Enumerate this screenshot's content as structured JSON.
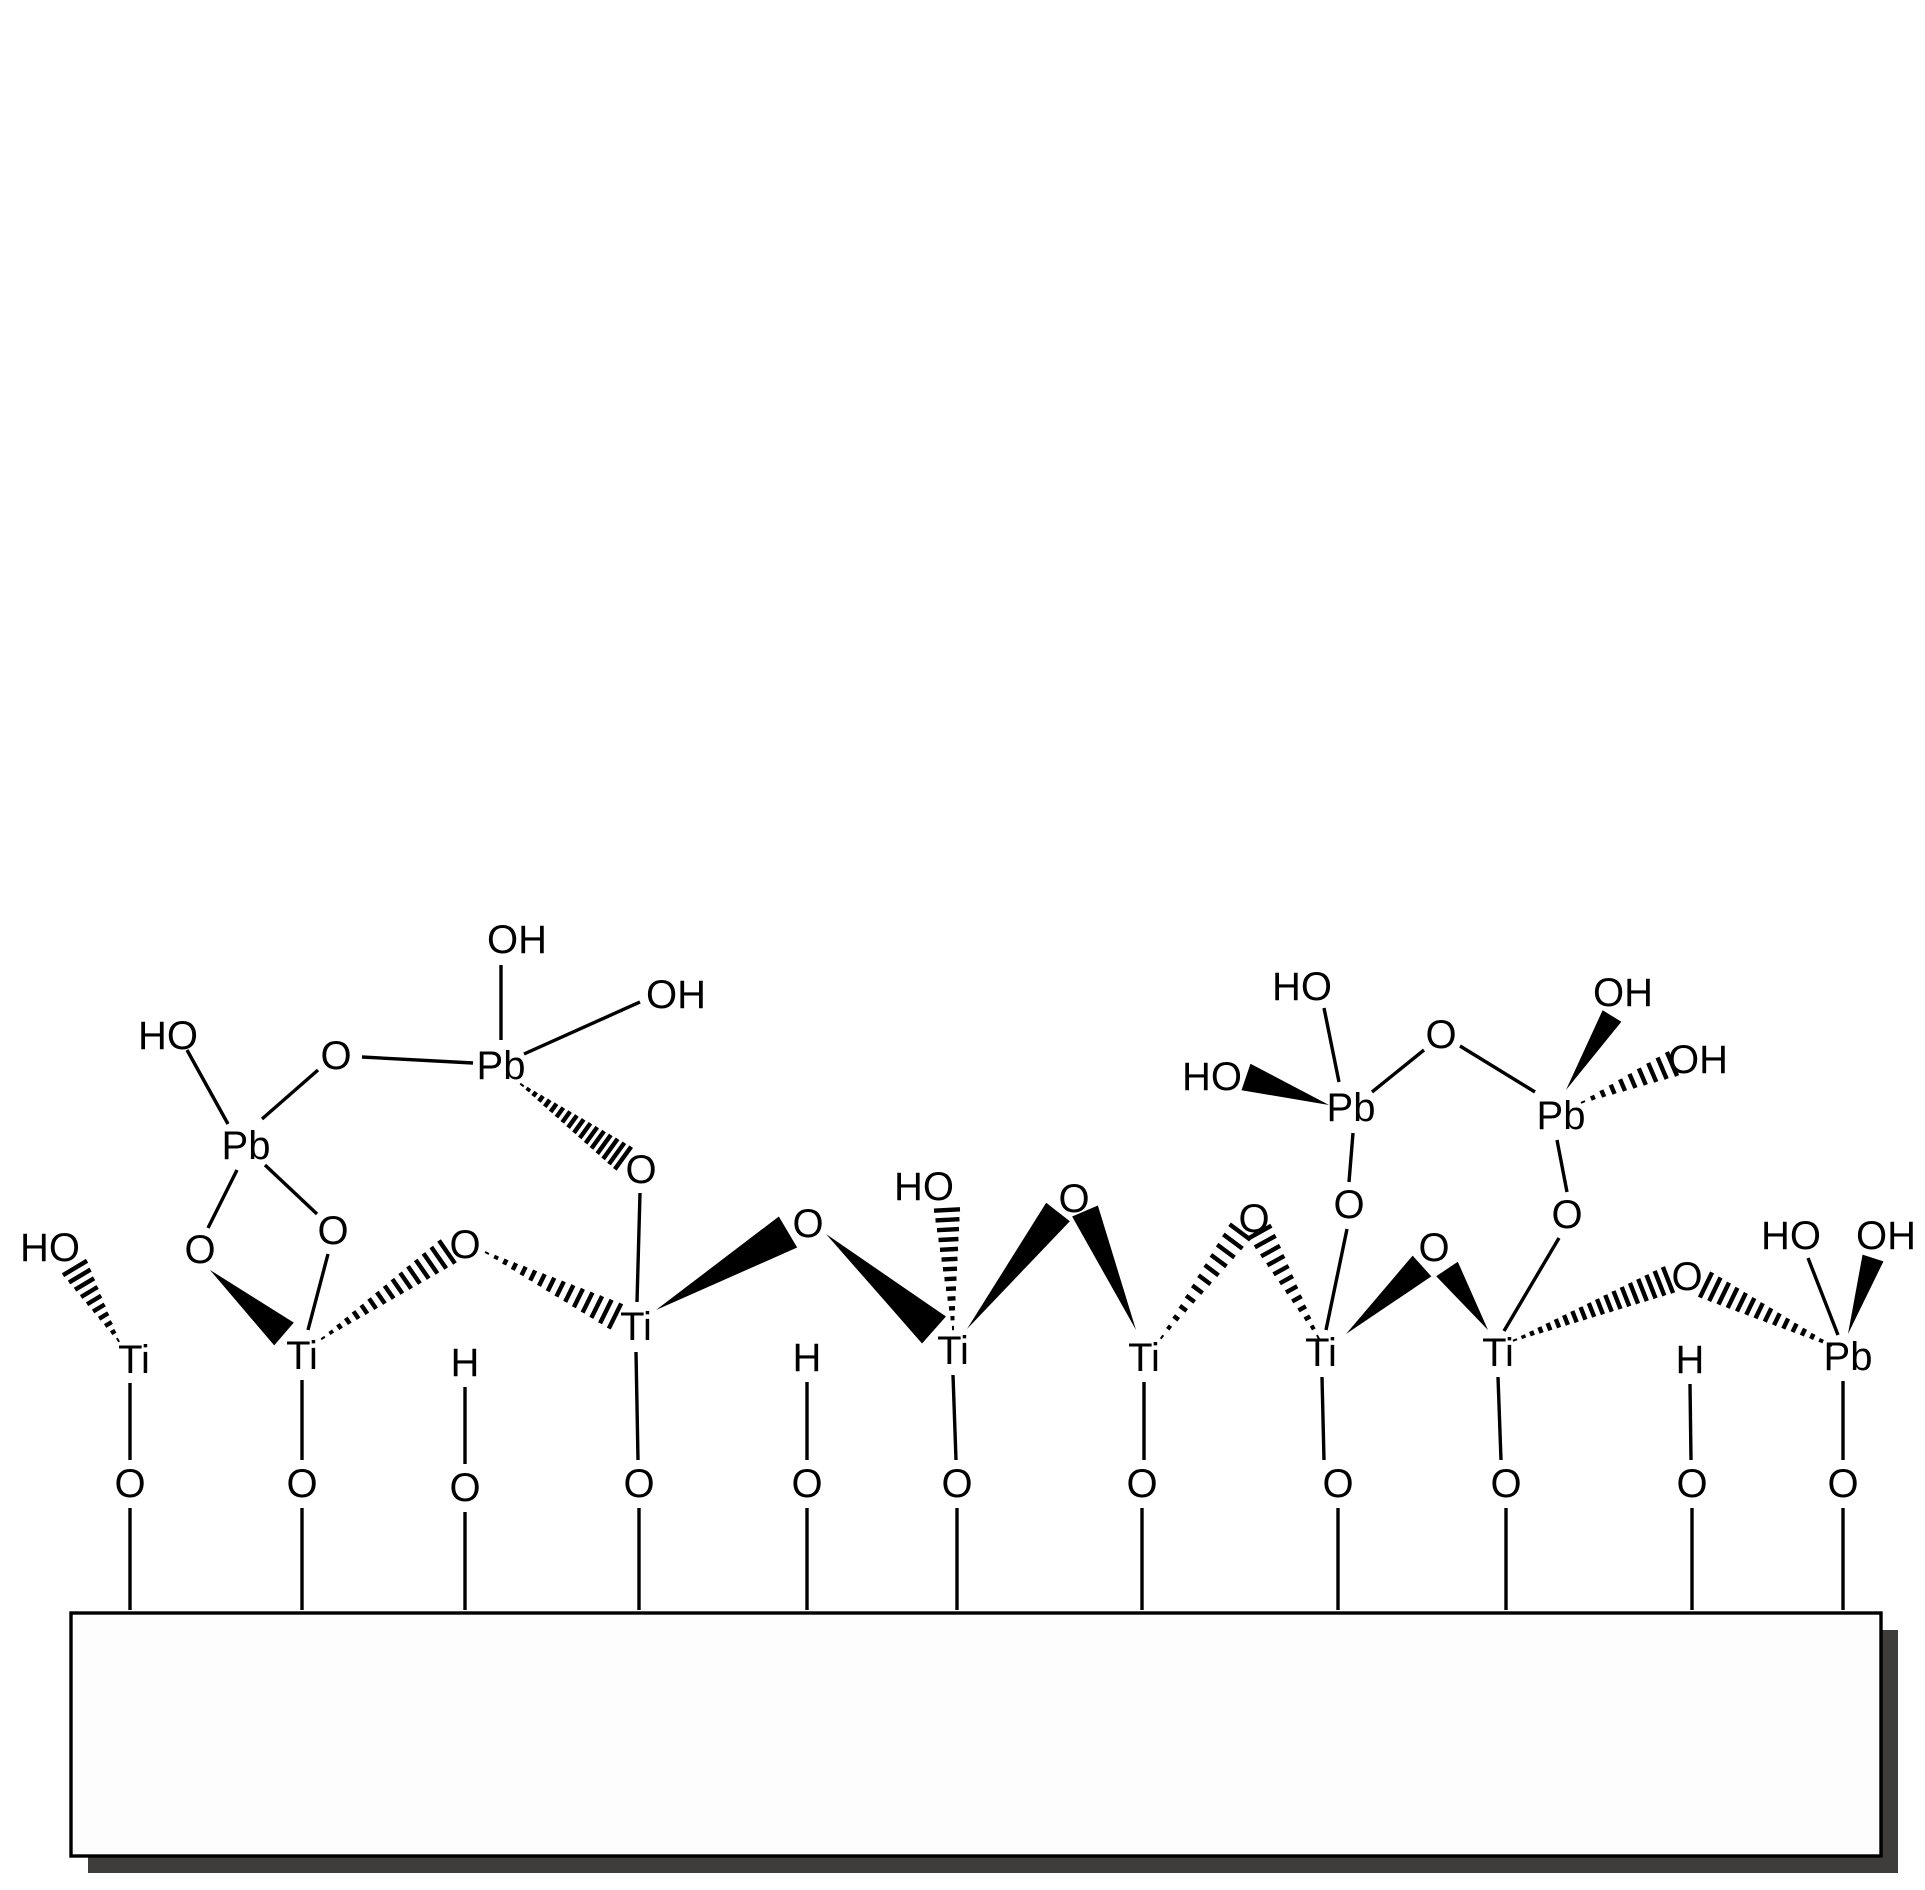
{
  "labels": {
    "ti1": "Ti",
    "ti2": "Ti",
    "ti3": "Ti",
    "ti4": "Ti",
    "ti5": "Ti",
    "ti6": "Ti",
    "ti7": "Ti",
    "pb_s1": "Pb",
    "pb_top1": "Pb",
    "pb_top2": "Pb",
    "pb_top3": "Pb",
    "pb_top4": "Pb",
    "ho_ti1": "HO",
    "o_bidentate_left": "O",
    "o_bidentate_right": "O",
    "ho_pb1": "HO",
    "o_pb_bridge1": "O",
    "oh_pb2_top": "OH",
    "oh_pb2_right": "OH",
    "o_pb2_ti3": "O",
    "o_ti2_ti3": "O",
    "o_ti3_ti4": "O",
    "ho_ti4": "HO",
    "o_ti4_ti5": "O",
    "o_ti5_ti6": "O",
    "ho_pb3_top": "HO",
    "ho_pb3_left": "HO",
    "o_pb_bridge2": "O",
    "oh_pb4_top": "OH",
    "oh_pb4_right": "OH",
    "o_pb3_ti6": "O",
    "o_ti6_ti7": "O",
    "o_pb4_ti7": "O",
    "o_ti7_pbs": "O",
    "ho_pbs": "HO",
    "oh_pbs": "OH",
    "h_si1": "H",
    "h_si2": "H",
    "h_si3": "H",
    "o_si1": "O",
    "o_si2": "O",
    "o_si3": "O",
    "o_si4": "O",
    "o_si5": "O",
    "o_si6": "O",
    "o_si7": "O",
    "o_si8": "O",
    "o_si9": "O",
    "o_si10": "O",
    "o_si11": "O"
  },
  "colors": {
    "ink": "#000000",
    "substrate_fill": "#fdfdfd",
    "substrate_shadow": "#3f3d3b"
  }
}
